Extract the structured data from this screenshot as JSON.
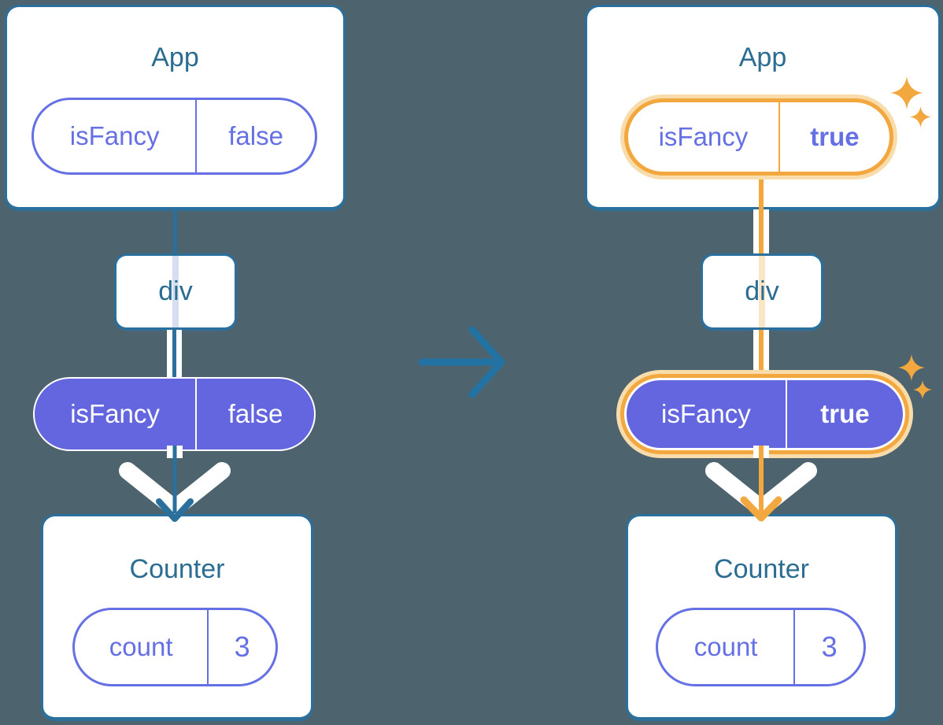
{
  "colors": {
    "background": "#4D646E",
    "card_border_blue": "#2B6F9C",
    "heading_blue": "#2B6C92",
    "transition_arrow_blue": "#2273A3",
    "purple_solid_pill": "#6366DE",
    "purple_outline_pill": "#6570E4",
    "highlight_orange": "#F3A73F",
    "highlight_orange_halo": "#F9DCAC"
  },
  "left_tree": {
    "app_title": "App",
    "app_pill": {
      "key": "isFancy",
      "value": "false"
    },
    "div_label": "div",
    "prop_pill": {
      "key": "isFancy",
      "value": "false"
    },
    "counter_title": "Counter",
    "state_pill": {
      "key": "count",
      "value": "3"
    }
  },
  "right_tree": {
    "app_title": "App",
    "app_pill": {
      "key": "isFancy",
      "value": "true"
    },
    "div_label": "div",
    "prop_pill": {
      "key": "isFancy",
      "value": "true"
    },
    "counter_title": "Counter",
    "state_pill": {
      "key": "count",
      "value": "3"
    }
  },
  "icons": {
    "transition_arrow": "arrow-right-icon",
    "flow_arrow": "arrow-down-icon",
    "sparkle": "sparkle-icon"
  }
}
